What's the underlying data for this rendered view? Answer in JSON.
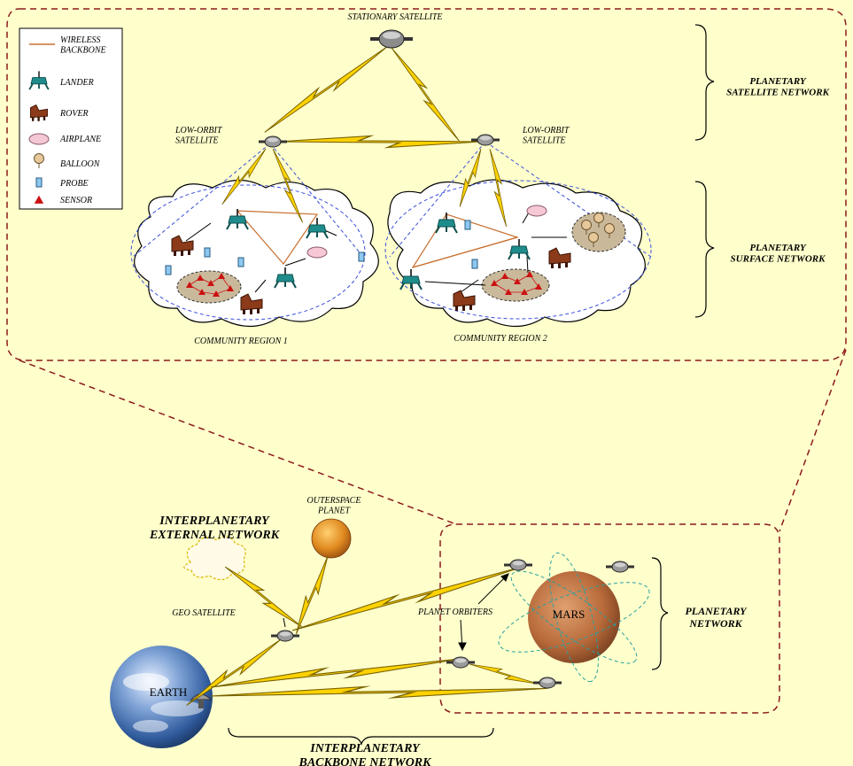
{
  "legend": {
    "wireless_backbone": "WIRELESS\nBACKBONE",
    "lander": "LANDER",
    "rover": "ROVER",
    "airplane": "AIRPLANE",
    "balloon": "BALLOON",
    "probe": "PROBE",
    "sensor": "SENSOR"
  },
  "labels": {
    "stationary_satellite": "STATIONARY SATELLITE",
    "low_orbit_left": "LOW-ORBIT\nSATELLITE",
    "low_orbit_right": "LOW-ORBIT\nSATELLITE",
    "planetary_satellite_network": "PLANETARY\nSATELLITE NETWORK",
    "planetary_surface_network": "PLANETARY\nSURFACE NETWORK",
    "community_region_1": "COMMUNITY REGION 1",
    "community_region_2": "COMMUNITY REGION 2",
    "interplanetary_external_network": "INTERPLANETARY\nEXTERNAL NETWORK",
    "outerspace_planet": "OUTERSPACE\nPLANET",
    "geo_satellite": "GEO SATELLITE",
    "planet_orbiters": "PLANET ORBITERS",
    "mars": "MARS",
    "earth": "EARTH",
    "planetary_network": "PLANETARY\nNETWORK",
    "interplanetary_backbone_network": "INTERPLANETARY\nBACKBONE NETWORK"
  },
  "colors": {
    "background": "#ffffcc",
    "dashed_border": "#8b1a1a",
    "lightning": "#ffd200",
    "lightning_stroke": "#7a6400",
    "lander": "#1f8c8c",
    "rover": "#8b3a1a",
    "backbone": "#c87030",
    "region_dash": "#3a4fd8",
    "orbit_dash": "#2aa0a0",
    "sensor": "#cc1111",
    "probe": "#8ec8f0"
  }
}
